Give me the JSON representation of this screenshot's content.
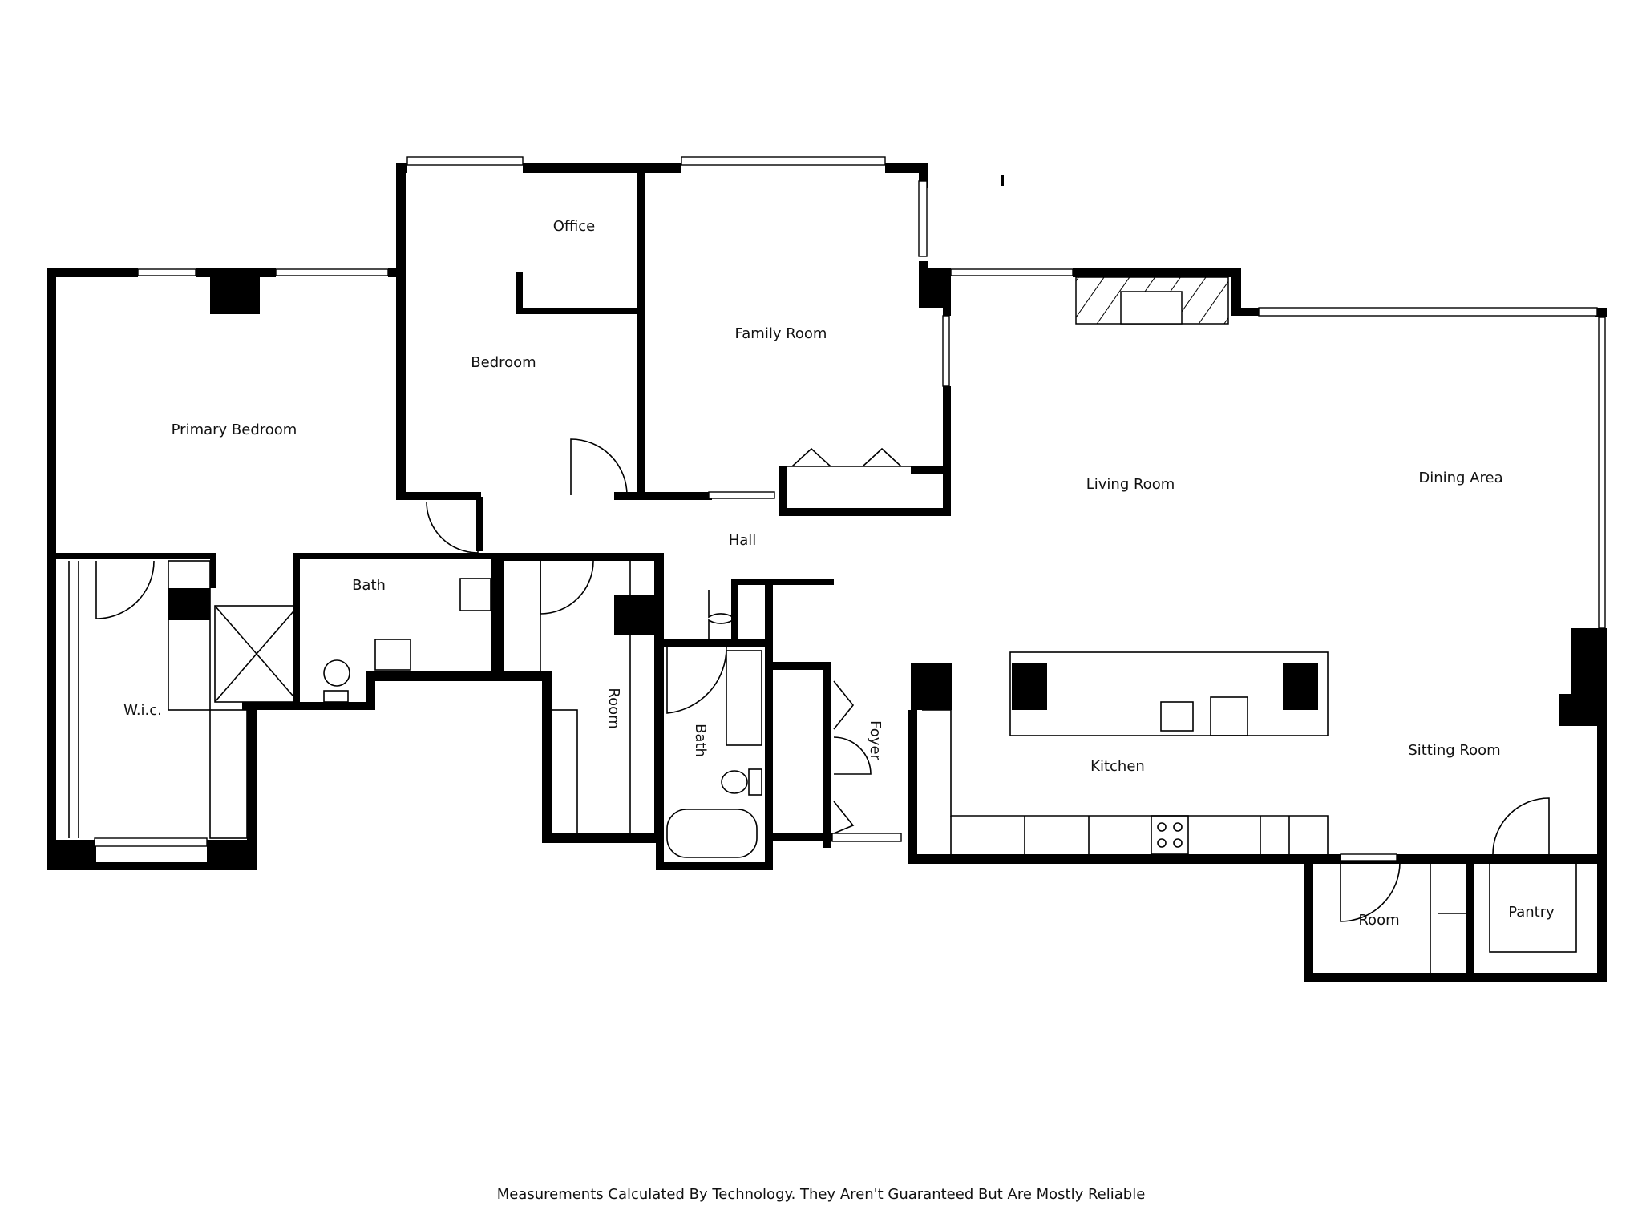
{
  "rooms": {
    "office": "Office",
    "family_room": "Family Room",
    "bedroom": "Bedroom",
    "primary_bedroom": "Primary Bedroom",
    "living_room": "Living Room",
    "dining_area": "Dining Area",
    "hall": "Hall",
    "bath_1": "Bath",
    "bath_2": "Bath",
    "room_1": "Room",
    "room_2": "Room",
    "wic": "W.i.c.",
    "foyer": "Foyer",
    "kitchen": "Kitchen",
    "sitting_room": "Sitting Room",
    "pantry": "Pantry"
  },
  "disclaimer": "Measurements Calculated By Technology. They Aren't Guaranteed But Are Mostly Reliable",
  "colors": {
    "wall": "#000000",
    "background": "#ffffff"
  }
}
